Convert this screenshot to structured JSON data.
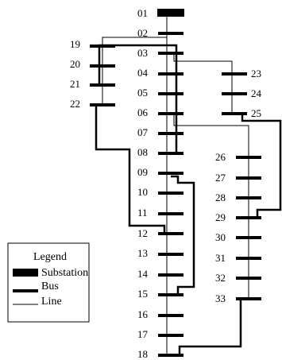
{
  "diagram": {
    "buses": [
      {
        "id": "01",
        "label": "01",
        "type": "substation"
      },
      {
        "id": "02",
        "label": "02",
        "type": "bus"
      },
      {
        "id": "03",
        "label": "03",
        "type": "bus"
      },
      {
        "id": "04",
        "label": "04",
        "type": "bus"
      },
      {
        "id": "05",
        "label": "05",
        "type": "bus"
      },
      {
        "id": "06",
        "label": "06",
        "type": "bus"
      },
      {
        "id": "07",
        "label": "07",
        "type": "bus"
      },
      {
        "id": "08",
        "label": "08",
        "type": "bus"
      },
      {
        "id": "09",
        "label": "09",
        "type": "bus"
      },
      {
        "id": "10",
        "label": "10",
        "type": "bus"
      },
      {
        "id": "11",
        "label": "11",
        "type": "bus"
      },
      {
        "id": "12",
        "label": "12",
        "type": "bus"
      },
      {
        "id": "13",
        "label": "13",
        "type": "bus"
      },
      {
        "id": "14",
        "label": "14",
        "type": "bus"
      },
      {
        "id": "15",
        "label": "15",
        "type": "bus"
      },
      {
        "id": "16",
        "label": "16",
        "type": "bus"
      },
      {
        "id": "17",
        "label": "17",
        "type": "bus"
      },
      {
        "id": "18",
        "label": "18",
        "type": "bus"
      },
      {
        "id": "19",
        "label": "19",
        "type": "bus"
      },
      {
        "id": "20",
        "label": "20",
        "type": "bus"
      },
      {
        "id": "21",
        "label": "21",
        "type": "bus"
      },
      {
        "id": "22",
        "label": "22",
        "type": "bus"
      },
      {
        "id": "23",
        "label": "23",
        "type": "bus"
      },
      {
        "id": "24",
        "label": "24",
        "type": "bus"
      },
      {
        "id": "25",
        "label": "25",
        "type": "bus"
      },
      {
        "id": "26",
        "label": "26",
        "type": "bus"
      },
      {
        "id": "27",
        "label": "27",
        "type": "bus"
      },
      {
        "id": "28",
        "label": "28",
        "type": "bus"
      },
      {
        "id": "29",
        "label": "29",
        "type": "bus"
      },
      {
        "id": "30",
        "label": "30",
        "type": "bus"
      },
      {
        "id": "31",
        "label": "31",
        "type": "bus"
      },
      {
        "id": "32",
        "label": "32",
        "type": "bus"
      },
      {
        "id": "33",
        "label": "33",
        "type": "bus"
      }
    ],
    "lines": [
      [
        "01",
        "02"
      ],
      [
        "02",
        "03"
      ],
      [
        "03",
        "04"
      ],
      [
        "04",
        "05"
      ],
      [
        "05",
        "06"
      ],
      [
        "06",
        "07"
      ],
      [
        "07",
        "08"
      ],
      [
        "08",
        "09"
      ],
      [
        "09",
        "10"
      ],
      [
        "10",
        "11"
      ],
      [
        "11",
        "12"
      ],
      [
        "12",
        "13"
      ],
      [
        "13",
        "14"
      ],
      [
        "14",
        "15"
      ],
      [
        "15",
        "16"
      ],
      [
        "16",
        "17"
      ],
      [
        "17",
        "18"
      ],
      [
        "02",
        "19"
      ],
      [
        "19",
        "20"
      ],
      [
        "20",
        "21"
      ],
      [
        "21",
        "22"
      ],
      [
        "03",
        "23"
      ],
      [
        "23",
        "24"
      ],
      [
        "24",
        "25"
      ],
      [
        "06",
        "26"
      ],
      [
        "26",
        "27"
      ],
      [
        "27",
        "28"
      ],
      [
        "28",
        "29"
      ],
      [
        "29",
        "30"
      ],
      [
        "30",
        "31"
      ],
      [
        "31",
        "32"
      ],
      [
        "32",
        "33"
      ]
    ],
    "tie_lines": [
      [
        "08",
        "21"
      ],
      [
        "09",
        "15"
      ],
      [
        "12",
        "22"
      ],
      [
        "18",
        "33"
      ],
      [
        "25",
        "29"
      ]
    ],
    "legend": {
      "title": "Legend",
      "items": [
        {
          "label": "Substation",
          "symbol": "substation"
        },
        {
          "label": "Bus",
          "symbol": "bus"
        },
        {
          "label": "Line",
          "symbol": "line"
        }
      ]
    }
  }
}
